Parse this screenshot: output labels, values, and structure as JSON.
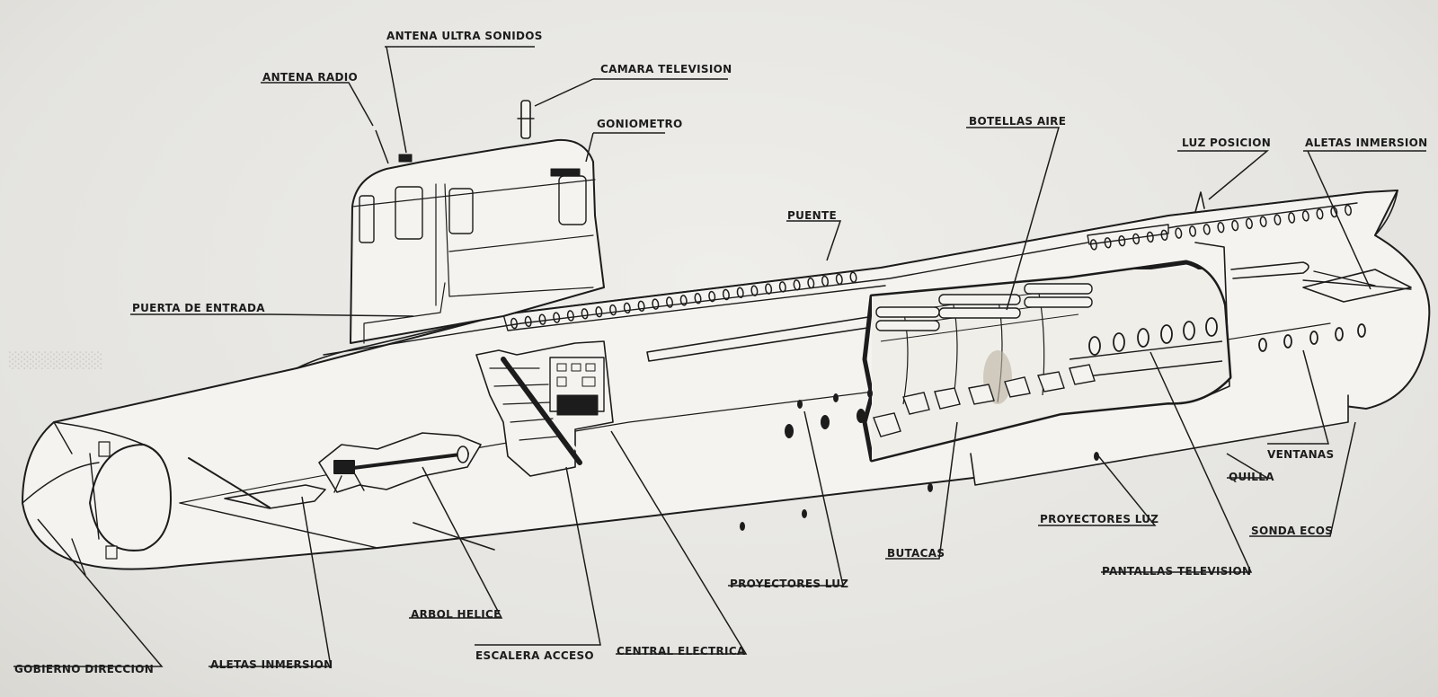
{
  "diagram": {
    "labels": {
      "antena_ultra_sonidos": "ANTENA ULTRA SONIDOS",
      "antena_radio": "ANTENA RADIO",
      "camara_television": "CAMARA TELEVISION",
      "goniometro": "GONIOMETRO",
      "botellas_aire": "BOTELLAS AIRE",
      "luz_posicion": "LUZ POSICION",
      "aletas_inmersion_popa": "ALETAS INMERSION",
      "puente": "PUENTE",
      "puerta_de_entrada": "PUERTA DE ENTRADA",
      "ventanas": "VENTANAS",
      "quilla": "QUILLA",
      "proyectores_luz_derecha": "PROYECTORES LUZ",
      "sonda_ecos": "SONDA ECOS",
      "butacas": "BUTACAS",
      "pantallas_television": "PANTALLAS TELEVISION",
      "proyectores_luz_centro": "PROYECTORES LUZ",
      "arbol_helice": "ARBOL HELICE",
      "central_electrica": "CENTRAL ELECTRICA",
      "escalera_acceso": "ESCALERA ACCESO",
      "gobierno_direccion": "GOBIERNO DIRECCION",
      "aletas_inmersion_proa": "ALETAS INMERSION"
    },
    "colors": {
      "paper": "#e9e8e4",
      "ink": "#1c1c1c",
      "hull": "#f4f3ef"
    }
  }
}
